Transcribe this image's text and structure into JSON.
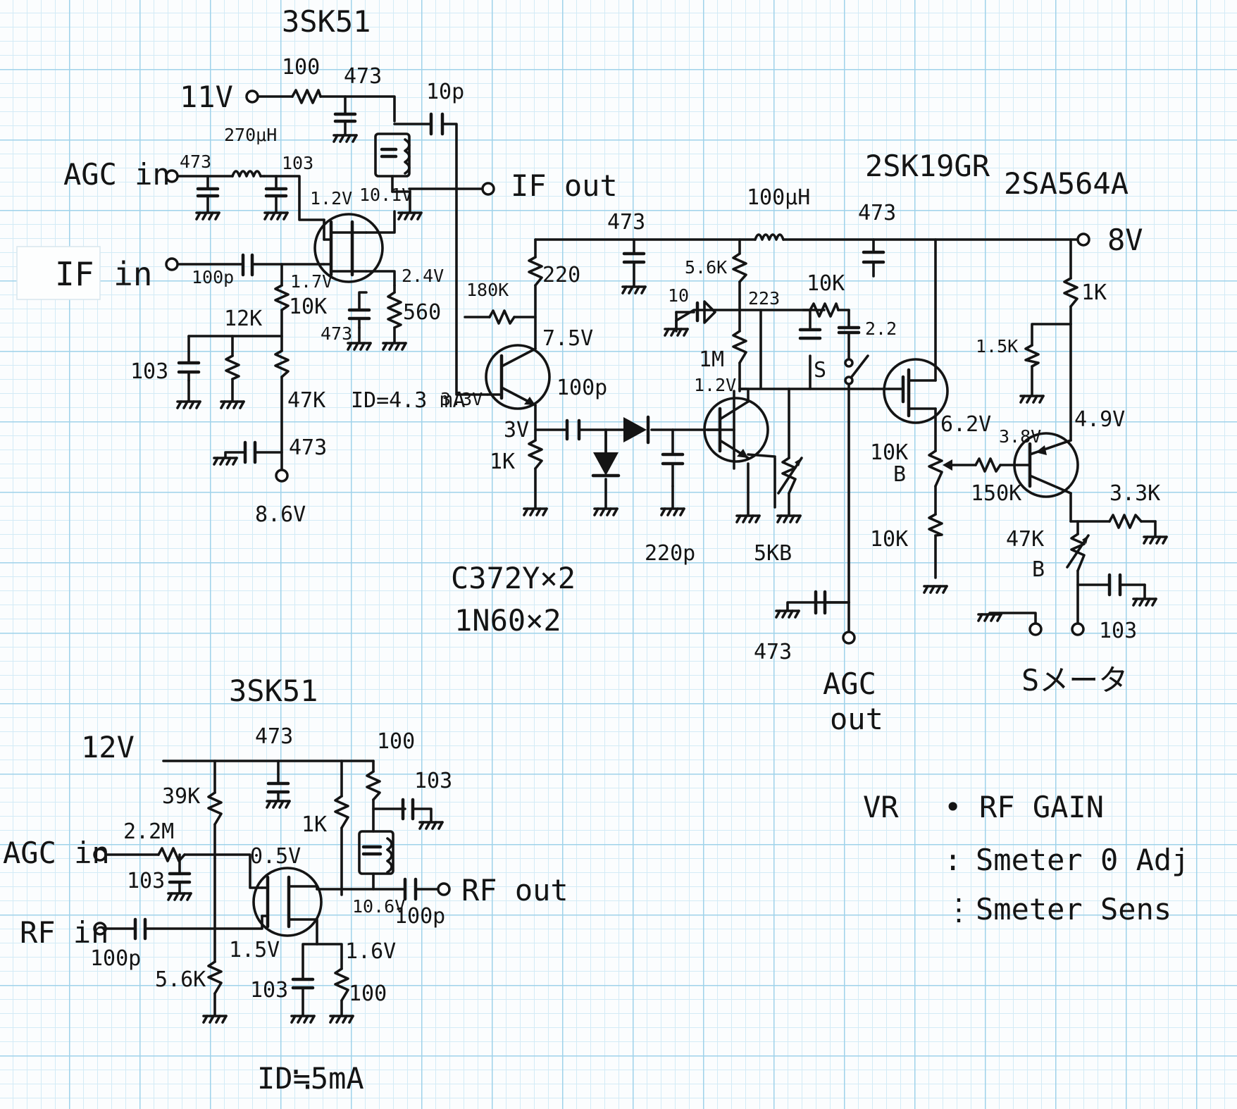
{
  "upper_circuit": {
    "tr1_name": "3SK51",
    "tr2_name": "2SC372Y",
    "fet_name": "2SK19GR",
    "pnp_name": "2SA564A",
    "v11": "11V",
    "r100": "100",
    "c473_a": "473",
    "c10p": "10p",
    "l270": "270μH",
    "agc_in": "AGC in",
    "c473_b": "473",
    "c103_a": "103",
    "v12": "1.2V",
    "v10": "10.1V",
    "if_out": "IF out",
    "if_in": "IF in",
    "c100p_in": "100p",
    "v17": "1.7V",
    "r10k": "10K",
    "v24": "2.4V",
    "r12k": "12K",
    "c473_c": "473",
    "r560": "560",
    "c103_b": "103",
    "r47k": "47K",
    "id": "ID=4.3 mA",
    "c473_d": "473",
    "v86": "8.6V",
    "c473_e": "473",
    "r180k": "180K",
    "r220": "220",
    "v75": "7.5V",
    "v33": "3.3V",
    "c100p": "100p",
    "v3": "3V",
    "r1k_a": "1K",
    "l100": "100μH",
    "c473_f": "473",
    "v8": "8V",
    "r56k": "5.6K",
    "c10": "10",
    "c223": "223",
    "r10k_b": "10K",
    "c22": "2.2",
    "r1m": "1M",
    "v12b": "1.2V",
    "sw_s": "S",
    "r1k_b": "1K",
    "r15k": "1.5K",
    "v62": "6.2V",
    "v38": "3.8V",
    "v49": "4.9V",
    "vr10k_b": "10K",
    "vr_b": "B",
    "r150k": "150K",
    "r33k": "3.3K",
    "c220p": "220p",
    "vr5k": "5KB",
    "r10k_c": "10K",
    "vr47k": "47K",
    "vr47k_b": "B",
    "c372": "C372Y×2",
    "in60": "1N60×2",
    "c473_g": "473",
    "agc_out_1": "AGC",
    "agc_out_2": "out",
    "c103_c": "103",
    "smeter": "Sメータ"
  },
  "lower_circuit": {
    "tr_name": "3SK51",
    "v12": "12V",
    "c473": "473",
    "r100": "100",
    "c103_a": "103",
    "r39k": "39K",
    "r1k": "1K",
    "r22m": "2.2M",
    "agc_in": "AGC in",
    "v05": "0.5V",
    "c103_b": "103",
    "rf_out": "RF out",
    "v106": "10.6V",
    "c100p_out": "100p",
    "rf_in": "RF in",
    "c100p_in": "100p",
    "v15": "1.5V",
    "v16": "1.6V",
    "r56k": "5.6K",
    "c103_c": "103",
    "r100b": "100",
    "id": "ID≒5mA"
  },
  "legend": {
    "title": "VR",
    "items": [
      {
        "mark": "•",
        "text": "RF GAIN"
      },
      {
        "mark": ":",
        "text": "Smeter 0 Adj"
      },
      {
        "mark": "⋮",
        "text": "Smeter Sens"
      }
    ]
  },
  "ink_color": "#141414",
  "grid_color": "#9fd2ea"
}
